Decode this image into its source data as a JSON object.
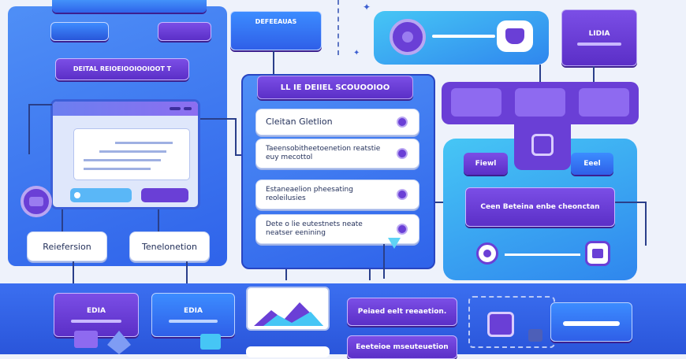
{
  "left": {
    "top_label": "",
    "tag1": "",
    "tag2": "",
    "section_label": "DEITAL REIOEIOOIOOIOOT T",
    "bottom_left_box": "Reiefersion",
    "bottom_right_box": "Tenelonetion"
  },
  "top_mid_tag": "DEFEEAUAS",
  "center": {
    "header": "LL IE DEIIEL SCOUOOIOO",
    "items": [
      {
        "text": "Cleitan Gletlion"
      },
      {
        "text": "Taeensobitheetoenetion reatstie euy mecottol"
      },
      {
        "text": "Estaneaelion pheesating reoleilusies"
      },
      {
        "text": "Dete o lie eutestnets neate neatser eenining"
      }
    ]
  },
  "right": {
    "top_right_tag": "LIDIA",
    "left_pill": "Fiewl",
    "right_pill": "Eeel",
    "wide_pill": "Ceen Beteina enbe cheonctan",
    "bar_tags": [
      "",
      "",
      ""
    ]
  },
  "bottom": {
    "tag_a": "EDIA",
    "tag_b": "EDIA",
    "center_box": "Peiaed eelt reeaetion.",
    "center_box2": "Eeeteioe mseuteuetion",
    "right_tag": ""
  },
  "colors": {
    "accent_purple": "#6a3fd6",
    "accent_blue": "#2f63ea",
    "accent_cyan": "#46c6f5"
  }
}
